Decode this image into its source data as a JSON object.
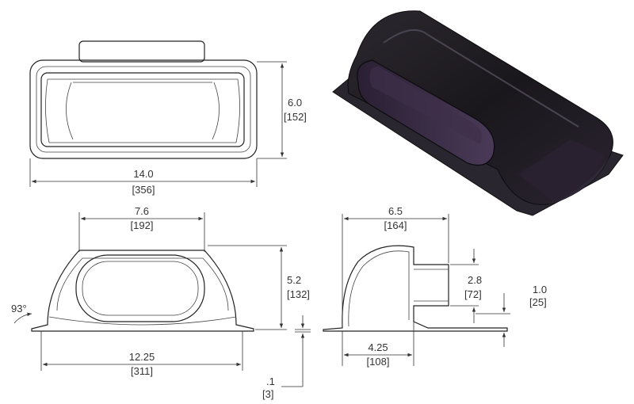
{
  "dimensions": {
    "top_width_in": "14.0",
    "top_width_mm": "[356]",
    "top_height_in": "6.0",
    "top_height_mm": "[152]",
    "front_opening_in": "7.6",
    "front_opening_mm": "[192]",
    "front_height_in": "5.2",
    "front_height_mm": "[132]",
    "front_base_in": "12.25",
    "front_base_mm": "[311]",
    "front_angle": "93°",
    "thickness_in": ".1",
    "thickness_mm": "[3]",
    "side_depth_in": "6.5",
    "side_depth_mm": "[164]",
    "side_opening_in": "2.8",
    "side_opening_mm": "[72]",
    "side_offset_in": "1.0",
    "side_offset_mm": "[25]",
    "side_base_in": "4.25",
    "side_base_mm": "[108]"
  },
  "colors": {
    "render_body": "#1e1b20",
    "render_highlight": "#3a3440",
    "render_interior": "#3b2a47",
    "line": "#222222"
  }
}
